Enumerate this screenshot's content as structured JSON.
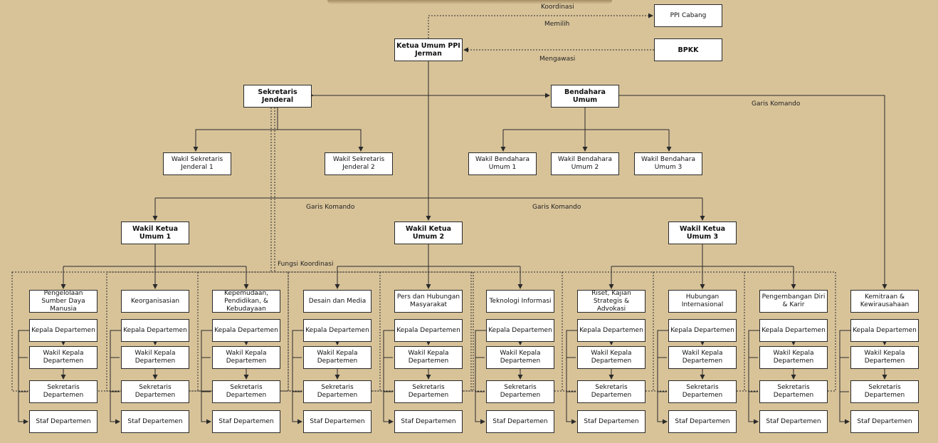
{
  "top_nodes": {
    "ketua_umum": "Ketua Umum PPI Jerman",
    "ppi_cabang": "PPI Cabang",
    "bpkk": "BPKK",
    "sekjen": "Sekretaris Jenderal",
    "bendahara": "Bendahara Umum",
    "wasekjen1": "Wakil Sekretaris Jenderal 1",
    "wasekjen2": "Wakil Sekretaris Jenderal 2",
    "wabend1": "Wakil Bendahara Umum 1",
    "wabend2": "Wakil Bendahara Umum 2",
    "wabend3": "Wakil Bendahara Umum 3",
    "waketum1": "Wakil Ketua Umum 1",
    "waketum2": "Wakil Ketua Umum 2",
    "waketum3": "Wakil Ketua Umum 3"
  },
  "labels": {
    "koordinasi": "Koordinasi",
    "memilih": "Memilih",
    "mengawasi": "Mengawasi",
    "garis_komando": "Garis Komando",
    "fungsi_koordinasi": "Fungsi Koordinasi"
  },
  "departments": [
    "Pengelolaan Sumber Daya Manusia",
    "Keorganisasian",
    "Kepemudaan, Pendidikan, & Kebudayaan",
    "Desain dan Media",
    "Pers dan Hubungan Masyarakat",
    "Teknologi Informasi",
    "Riset, Kajian Strategis & Advokasi",
    "Hubungan Internasional",
    "Pengembangan Diri & Karir",
    "Kemitraan & Kewirausahaan"
  ],
  "dept_roles": [
    "Kepala Departemen",
    "Wakil Kepala Departemen",
    "Sekretaris Departemen",
    "Staf Departemen"
  ],
  "colors": {
    "background": "#d8c399",
    "box": "#ffffff",
    "line": "#2a2a2a"
  }
}
